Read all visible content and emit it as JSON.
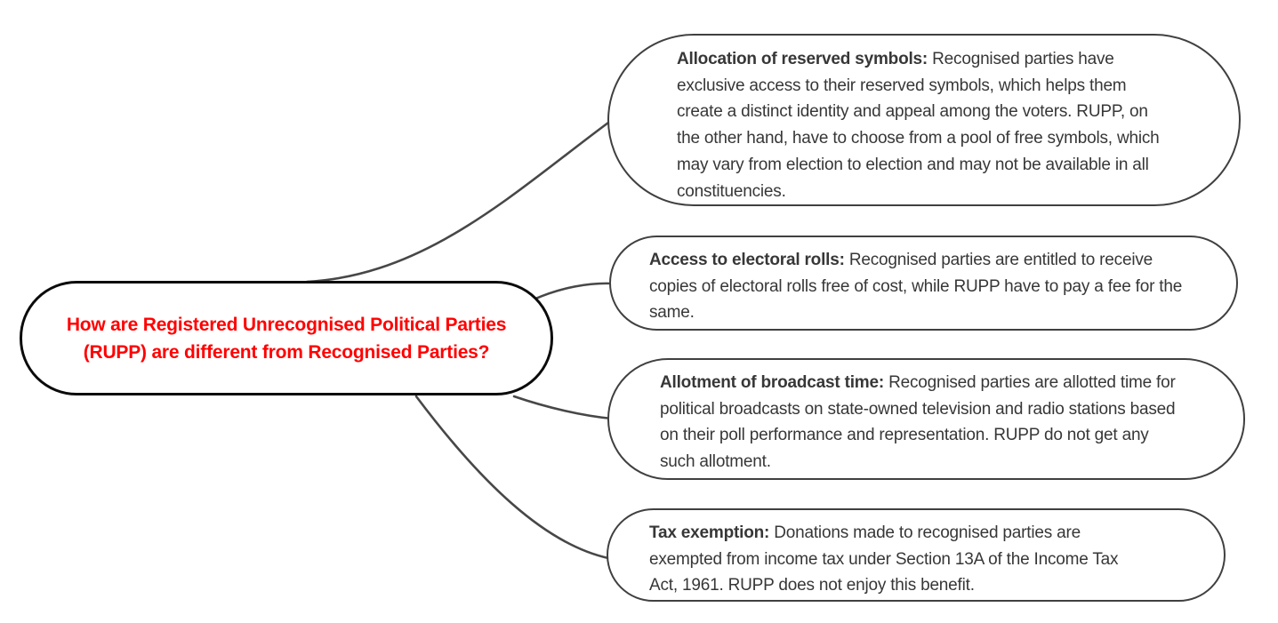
{
  "diagram": {
    "center": {
      "question": "How are Registered Unrecognised Political Parties (RUPP) are different from Recognised Parties?"
    },
    "branches": [
      {
        "title": "Allocation of reserved symbols:",
        "body": " Recognised parties have exclusive access to their reserved symbols, which helps them create a distinct identity and appeal among the voters. RUPP, on the other hand, have to choose from a pool of free symbols, which may vary from election to election and may not be available in all constituencies."
      },
      {
        "title": "Access to electoral rolls:",
        "body": " Recognised parties are entitled to receive copies of electoral rolls free of cost, while RUPP have to pay a fee for the same."
      },
      {
        "title": "Allotment of broadcast time:",
        "body": " Recognised parties are allotted time for political broadcasts on state-owned television and radio stations based on their poll performance and representation. RUPP do not get any such allotment."
      },
      {
        "title": "Tax exemption:",
        "body": " Donations made to recognised parties are exempted from income tax under Section 13A of the Income Tax Act, 1961. RUPP does not enjoy this benefit."
      }
    ],
    "colors": {
      "background": "#ffffff",
      "center_border": "#0b0b0b",
      "center_text": "#ff0000",
      "branch_border": "#404040",
      "branch_text": "#373737",
      "connector": "#474747"
    }
  }
}
